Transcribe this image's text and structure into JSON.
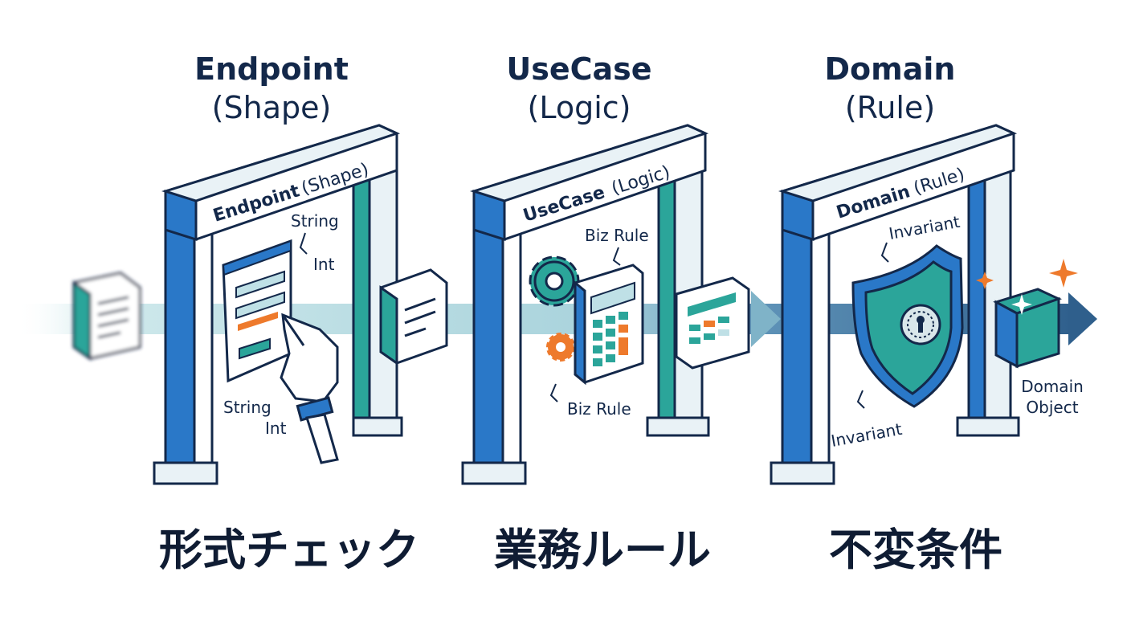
{
  "gates": [
    {
      "title": "Endpoint",
      "subtitle": "(Shape)",
      "sign_title": "Endpoint",
      "sign_subtitle": "(Shape)",
      "label_top_1": "String",
      "label_top_2": "Int",
      "label_bottom_1": "String",
      "label_bottom_2": "Int",
      "caption": "形式チェック"
    },
    {
      "title": "UseCase",
      "subtitle": "(Logic)",
      "sign_title": "UseCase",
      "sign_subtitle": "(Logic)",
      "label_top": "Biz Rule",
      "label_bottom": "Biz Rule",
      "caption": "業務ルール"
    },
    {
      "title": "Domain",
      "subtitle": "(Rule)",
      "sign_title": "Domain",
      "sign_subtitle": "(Rule)",
      "label_top": "Invariant",
      "label_bottom": "Invariant",
      "caption": "不変条件"
    }
  ],
  "output": {
    "label_1": "Domain",
    "label_2": "Object"
  },
  "colors": {
    "navy": "#13284a",
    "blue": "#2a78c8",
    "teal": "#2ba59a",
    "orange": "#ee7a2c",
    "flow_light": "#bfe0e6",
    "flow_dark": "#2f5f8c"
  }
}
